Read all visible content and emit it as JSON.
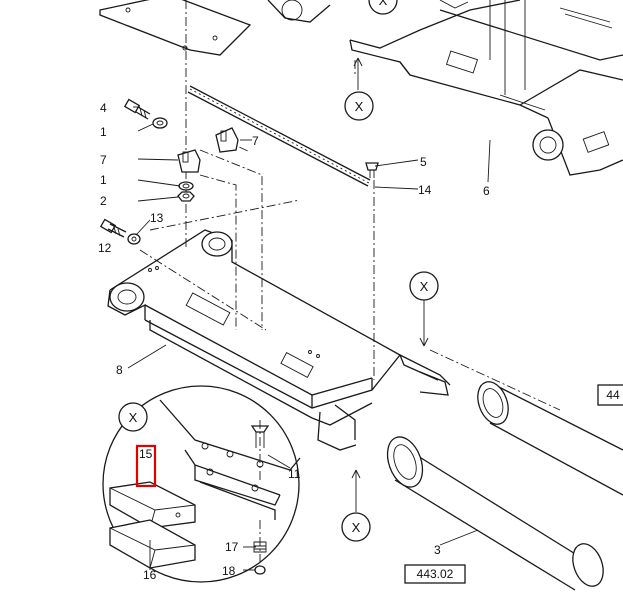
{
  "diagram": {
    "callouts": {
      "c1a": "1",
      "c1b": "1",
      "c2": "2",
      "c3": "3",
      "c4": "4",
      "c5": "5",
      "c6": "6",
      "c7a": "7",
      "c7b": "7",
      "c8": "8",
      "c11": "11",
      "c12": "12",
      "c13": "13",
      "c14": "14",
      "c15": "15",
      "c16": "16",
      "c17": "17",
      "c18": "18"
    },
    "view_marks": {
      "x1": "X",
      "x2": "X",
      "x3": "X",
      "x4": "X",
      "x5": "X"
    },
    "ref_boxes": {
      "ref_bottom": "443.02",
      "ref_right": "44"
    },
    "highlight_color": "#e00000"
  }
}
